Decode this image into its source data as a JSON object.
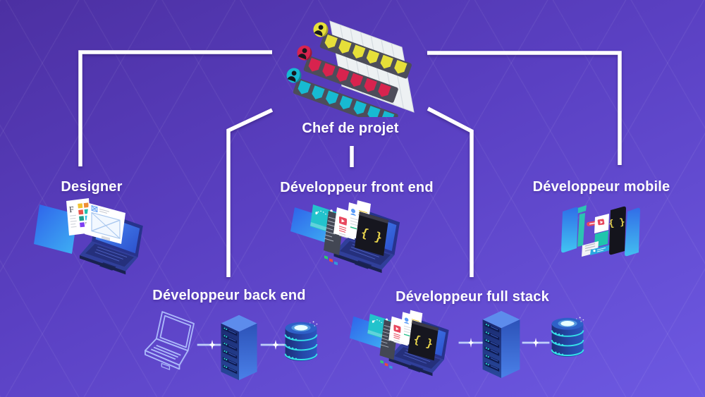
{
  "diagram": {
    "root": {
      "id": "chef",
      "label": "Chef de projet",
      "illustration": "kanban-board"
    },
    "nodes": {
      "designer": {
        "label": "Designer",
        "illustration": "design-windows-laptop"
      },
      "front_end": {
        "label": "Développeur front end",
        "illustration": "browser-windows-laptop"
      },
      "mobile": {
        "label": "Développeur mobile",
        "illustration": "phone-layers"
      },
      "back_end": {
        "label": "Développeur back end",
        "illustration": "wireframe-laptop-server-database"
      },
      "full_stack": {
        "label": "Développeur full stack",
        "illustration": "windows-laptop-server-database"
      }
    },
    "edges": [
      {
        "from": "chef",
        "to": "designer"
      },
      {
        "from": "chef",
        "to": "front_end"
      },
      {
        "from": "chef",
        "to": "mobile"
      },
      {
        "from": "chef",
        "to": "back_end"
      },
      {
        "from": "chef",
        "to": "full_stack"
      }
    ],
    "icons": {
      "terminal_braces": "{ }",
      "designer_font_letter": "F"
    },
    "colors": {
      "background_top": "#4c30a2",
      "background_bottom": "#6d59e2",
      "grid_line": "rgba(255,255,255,0.06)",
      "connector": "#ffffff",
      "label_text": "#ffffff",
      "sticky_yellow": "#e6df39",
      "sticky_red": "#d8234e",
      "sticky_cyan": "#17bad2",
      "board_white": "#edf1f3",
      "screen_blue": "#3f6ef0",
      "laptop_navy": "#27338c",
      "server_navy": "#1a2a70",
      "database_cyan": "#35e0e8",
      "terminal_black": "#16161f",
      "terminal_yellow": "#e8d44d",
      "teal_card": "#23c3cc",
      "red_accent": "#e8485e"
    }
  }
}
